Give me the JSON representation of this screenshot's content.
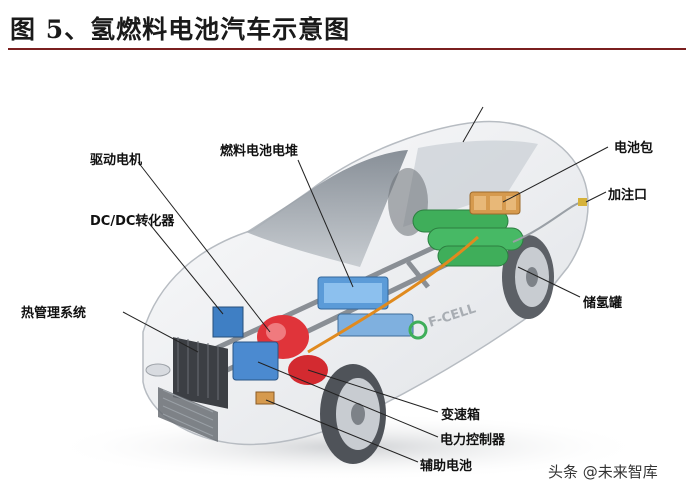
{
  "title": "图 5、氢燃料电池汽车示意图",
  "labels": {
    "drive_motor": "驱动电机",
    "fuel_cell_stack": "燃料电池电堆",
    "battery_pack": "电池包",
    "refuel_port": "加注口",
    "dcdc_converter": "DC/DC转化器",
    "thermal_management": "热管理系统",
    "hydrogen_tank": "储氢罐",
    "gearbox": "变速箱",
    "power_controller": "电力控制器",
    "aux_battery": "辅助电池"
  },
  "car_logo_text": "F-CELL",
  "watermark": "头条 @未来智库",
  "colors": {
    "title_rule": "#7a1f1f",
    "car_body": "#f3f4f6",
    "hydrogen_tank": "#3fae5a",
    "fuel_cell_stack": "#5b9bd8",
    "battery_pack": "#d69a4e",
    "motor": "#e0343a",
    "cables": "#e08a1e"
  }
}
